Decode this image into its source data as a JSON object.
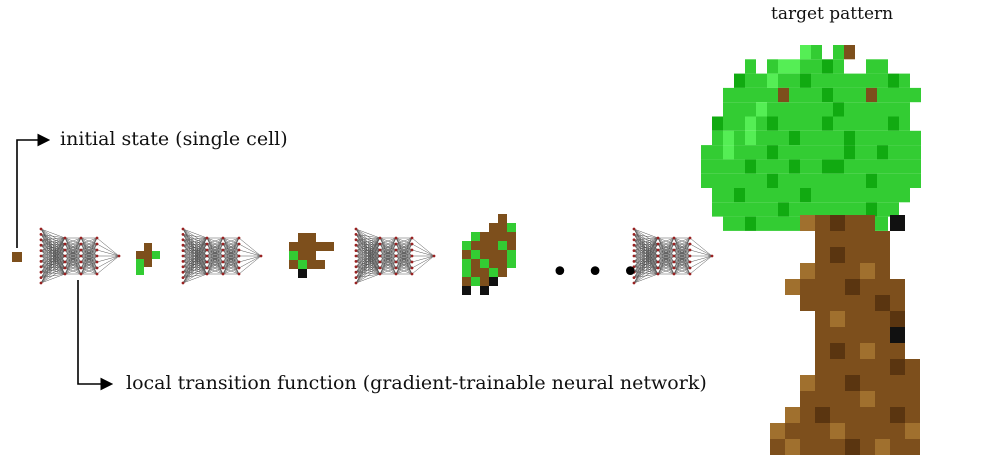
{
  "title": "target pattern",
  "labels": {
    "initial_state": "initial state (single cell)",
    "transition_function": "local transition function (gradient-trainable neural network)"
  },
  "continuation": "• • •",
  "colors": {
    "brown": "#7d4f1c",
    "green": "#33cc33",
    "dark_green": "#11aa11",
    "leaf_light": "#55ee55",
    "dark": "#111111",
    "network_lines": "#555555",
    "network_nodes": "#992222"
  },
  "pipeline": [
    {
      "kind": "cell-state",
      "stage": "initial"
    },
    {
      "kind": "network"
    },
    {
      "kind": "cell-state",
      "stage": "step-1"
    },
    {
      "kind": "network"
    },
    {
      "kind": "cell-state",
      "stage": "step-2"
    },
    {
      "kind": "network"
    },
    {
      "kind": "cell-state",
      "stage": "step-3"
    },
    {
      "kind": "continuation"
    },
    {
      "kind": "network"
    },
    {
      "kind": "target-pattern"
    }
  ]
}
